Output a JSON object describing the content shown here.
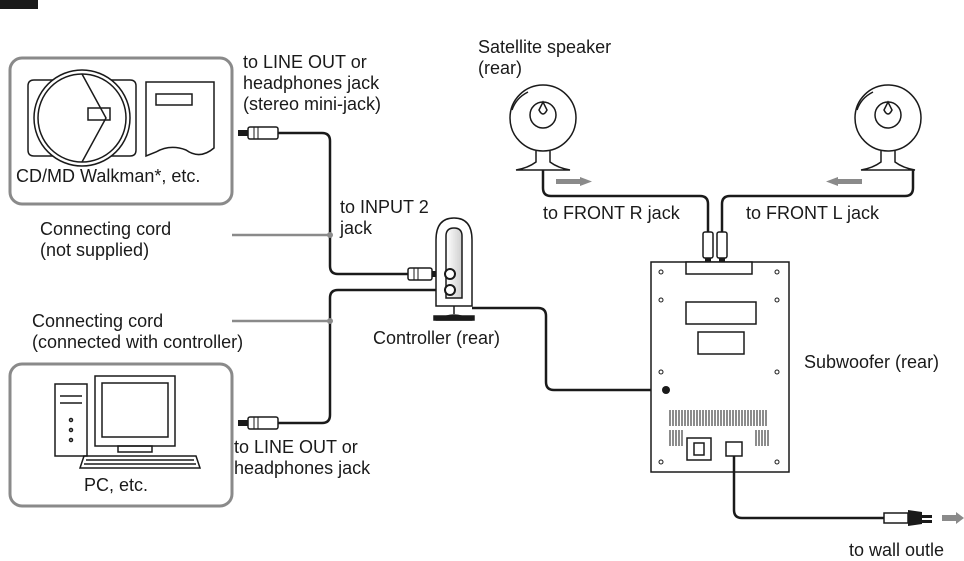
{
  "labels": {
    "line_out_cd_1": "to LINE OUT or",
    "line_out_cd_2": "headphones jack",
    "line_out_cd_3": "(stereo mini-jack)",
    "cd_md": "CD/MD Walkman*, etc.",
    "cord_not_supplied_1": "Connecting cord",
    "cord_not_supplied_2": "(not supplied)",
    "input2_1": "to INPUT 2",
    "input2_2": "jack",
    "cord_connected_1": "Connecting cord",
    "cord_connected_2": "(connected with controller)",
    "controller": "Controller (rear)",
    "pc": "PC, etc.",
    "line_out_pc_1": "to LINE OUT or",
    "line_out_pc_2": "headphones jack",
    "satellite_1": "Satellite speaker",
    "satellite_2": "(rear)",
    "front_r": "to FRONT R jack",
    "front_l": "to FRONT L jack",
    "subwoofer": "Subwoofer (rear)",
    "wall_outlet": "to wall outle"
  },
  "colors": {
    "line": "#1a1a1a",
    "box_border": "#8a8a8a",
    "arrow": "#8a8a8a"
  }
}
